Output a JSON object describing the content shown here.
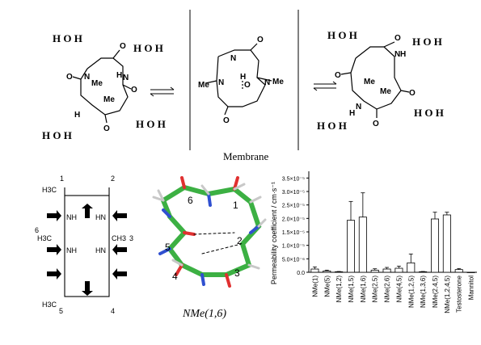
{
  "top_panel": {
    "water_label": "H O H",
    "membrane_label": "Membrane",
    "atom_O": "O",
    "atom_N": "N",
    "atom_H": "H",
    "methyl": "Me"
  },
  "bottom_left": {
    "position_labels": [
      "1",
      "2",
      "3",
      "4",
      "5",
      "6"
    ],
    "methyl_label": "H3C",
    "nh_label": "NH",
    "hn_label": "HN",
    "ch3_label": "CH3"
  },
  "model": {
    "caption": "NMe(1,6)",
    "residue_labels": [
      "1",
      "2",
      "3",
      "4",
      "5",
      "6"
    ]
  },
  "chart_data": {
    "type": "bar",
    "ylabel": "Permeability coefficient / cm·s⁻¹",
    "ylim": [
      0,
      3.75e-05
    ],
    "yticks": [
      {
        "value": 0,
        "label": "0.0"
      },
      {
        "value": 5e-06,
        "label": "5.0×10⁻⁶"
      },
      {
        "value": 1e-05,
        "label": "1.0×10⁻⁵"
      },
      {
        "value": 1.5e-05,
        "label": "1.5×10⁻⁵"
      },
      {
        "value": 2e-05,
        "label": "2.0×10⁻⁵"
      },
      {
        "value": 2.5e-05,
        "label": "2.5×10⁻⁵"
      },
      {
        "value": 3e-05,
        "label": "3.0×10⁻⁵"
      },
      {
        "value": 3.5e-05,
        "label": "3.5×10⁻⁵"
      }
    ],
    "categories": [
      "NMe(1)",
      "NMe(5)",
      "NMe(1,2)",
      "NMe(1,5)",
      "NMe(1,6)",
      "NMe(2,5)",
      "NMe(2,6)",
      "NMe(4,5)",
      "NMe(1,2,5)",
      "NMe(1,3,6)",
      "NMe(2,4,5)",
      "NMe(1,2,4,5)",
      "Testosterone",
      "Mannitol"
    ],
    "values": [
      1.2e-06,
      5e-07,
      2e-07,
      1.93e-05,
      2.05e-05,
      8e-07,
      1.2e-06,
      1.5e-06,
      3.5e-06,
      2e-07,
      1.98e-05,
      2.13e-05,
      1e-06,
      0
    ],
    "errors": [
      8e-07,
      3e-07,
      1e-07,
      7e-06,
      9e-06,
      5e-07,
      6e-07,
      8e-07,
      3.3e-06,
      1e-07,
      2.5e-06,
      1e-06,
      4e-07,
      0
    ]
  }
}
